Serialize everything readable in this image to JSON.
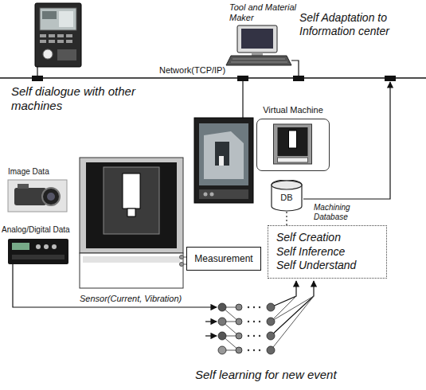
{
  "diagram": {
    "nodes": [
      {
        "text": [
          "Virtual Machine"
        ]
      },
      {
        "text": [
          "DB"
        ]
      },
      {
        "text": [
          "Measurement"
        ]
      },
      {
        "text": [
          "Self Creation",
          "Self Inference",
          "Self Understand"
        ]
      }
    ],
    "edges": [
      {
        "from": 1,
        "to": 3,
        "arrow": "none"
      }
    ],
    "labels": [
      "Tool and Material Maker",
      "Self Adaptation to Information center",
      "Network(TCP/IP)",
      "Self dialogue with other machines",
      "Image Data",
      "Analog/Digital Data",
      "Machining Database",
      "Sensor(Current, Vibration)",
      "Self learning for new event"
    ]
  }
}
